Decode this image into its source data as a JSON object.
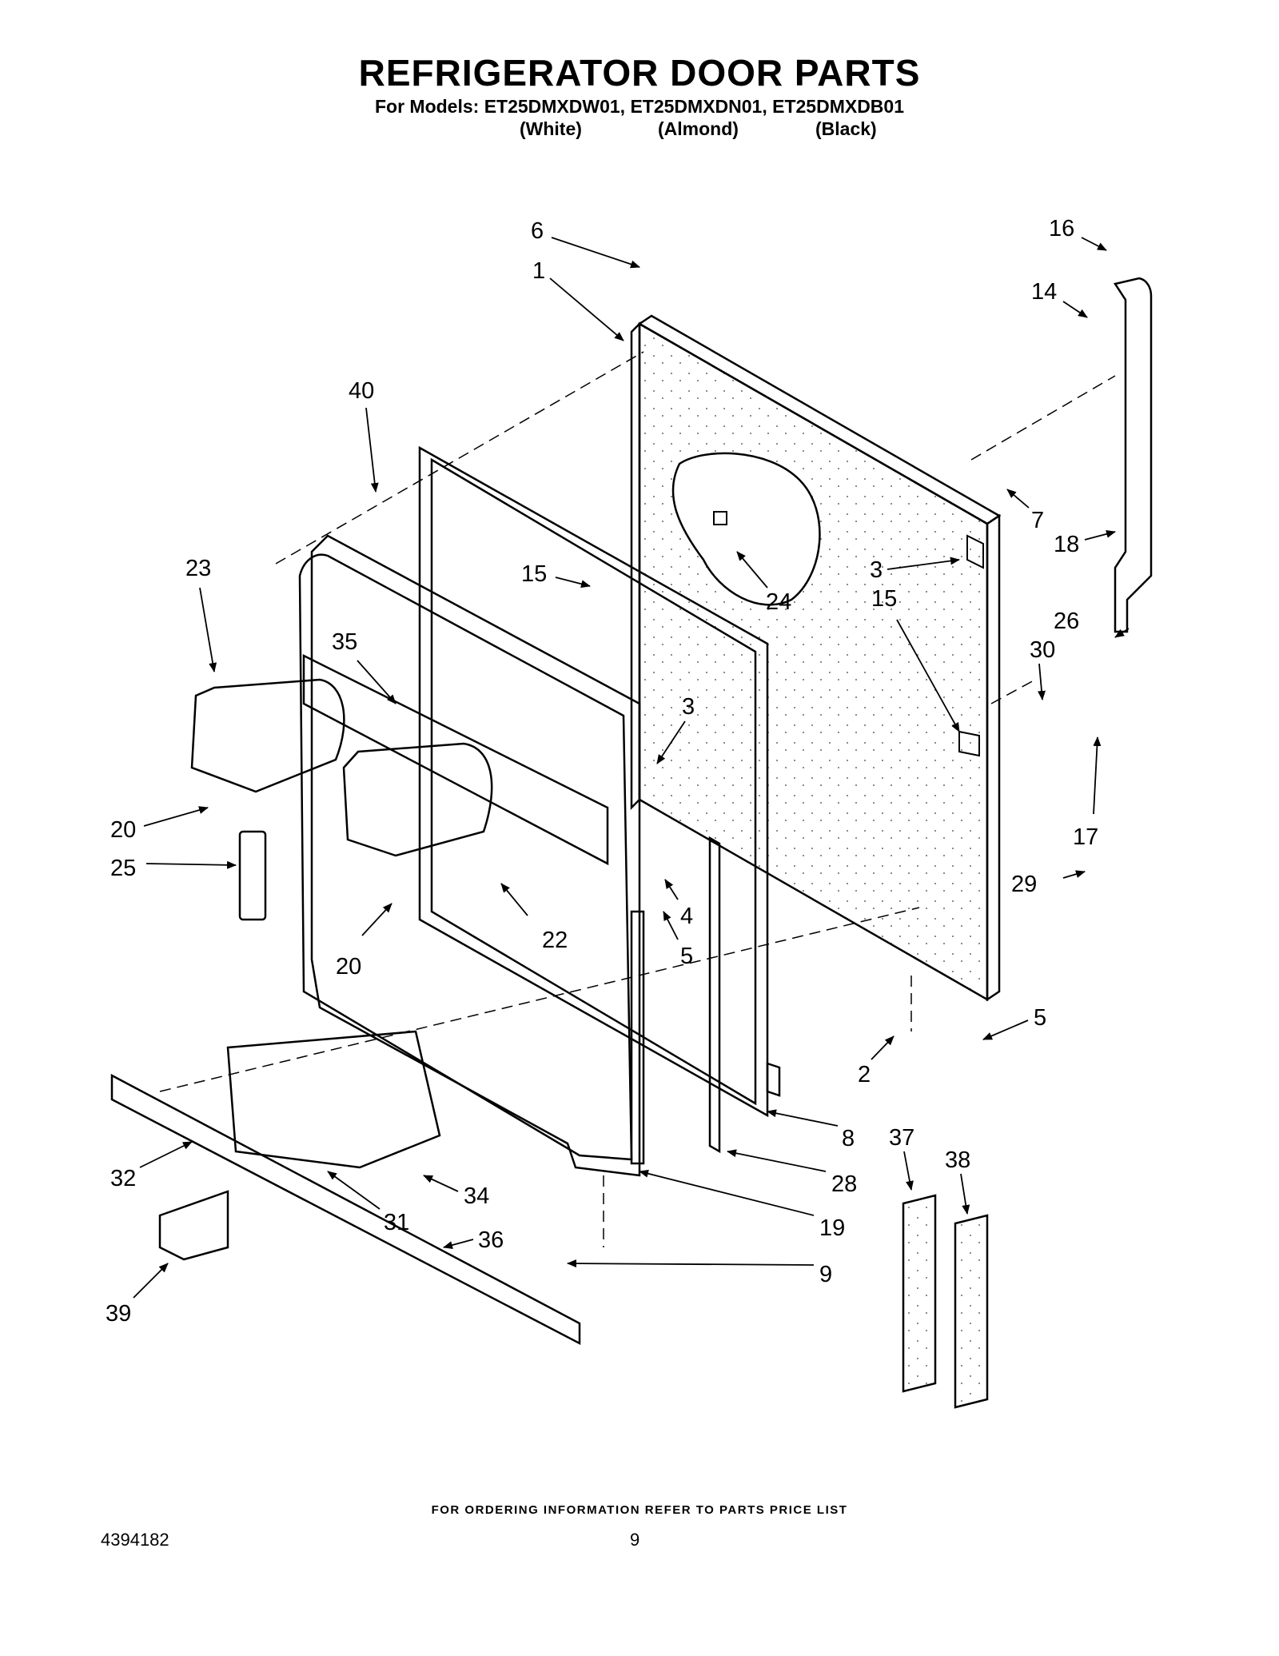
{
  "header": {
    "title": "REFRIGERATOR DOOR PARTS",
    "models_line": "For Models: ET25DMXDW01, ET25DMXDN01, ET25DMXDB01",
    "colors": [
      "(White)",
      "(Almond)",
      "(Black)"
    ]
  },
  "callouts": {
    "c6": "6",
    "c1": "1",
    "c16": "16",
    "c14": "14",
    "c40": "40",
    "c7": "7",
    "c18": "18",
    "c23": "23",
    "c15a": "15",
    "c24": "24",
    "c3a": "3",
    "c15b": "15",
    "c26": "26",
    "c30": "30",
    "c35": "35",
    "c3b": "3",
    "c17": "17",
    "c20a": "20",
    "c25": "25",
    "c29": "29",
    "c4": "4",
    "c5a": "5",
    "c22": "22",
    "c20b": "20",
    "c5b": "5",
    "c2": "2",
    "c37": "37",
    "c38": "38",
    "c8": "8",
    "c28": "28",
    "c32": "32",
    "c34": "34",
    "c31": "31",
    "c19": "19",
    "c36": "36",
    "c9": "9",
    "c39": "39"
  },
  "footer": {
    "ordering_note": "FOR ORDERING INFORMATION REFER TO PARTS PRICE LIST",
    "document_number": "4394182",
    "page_number": "9"
  }
}
